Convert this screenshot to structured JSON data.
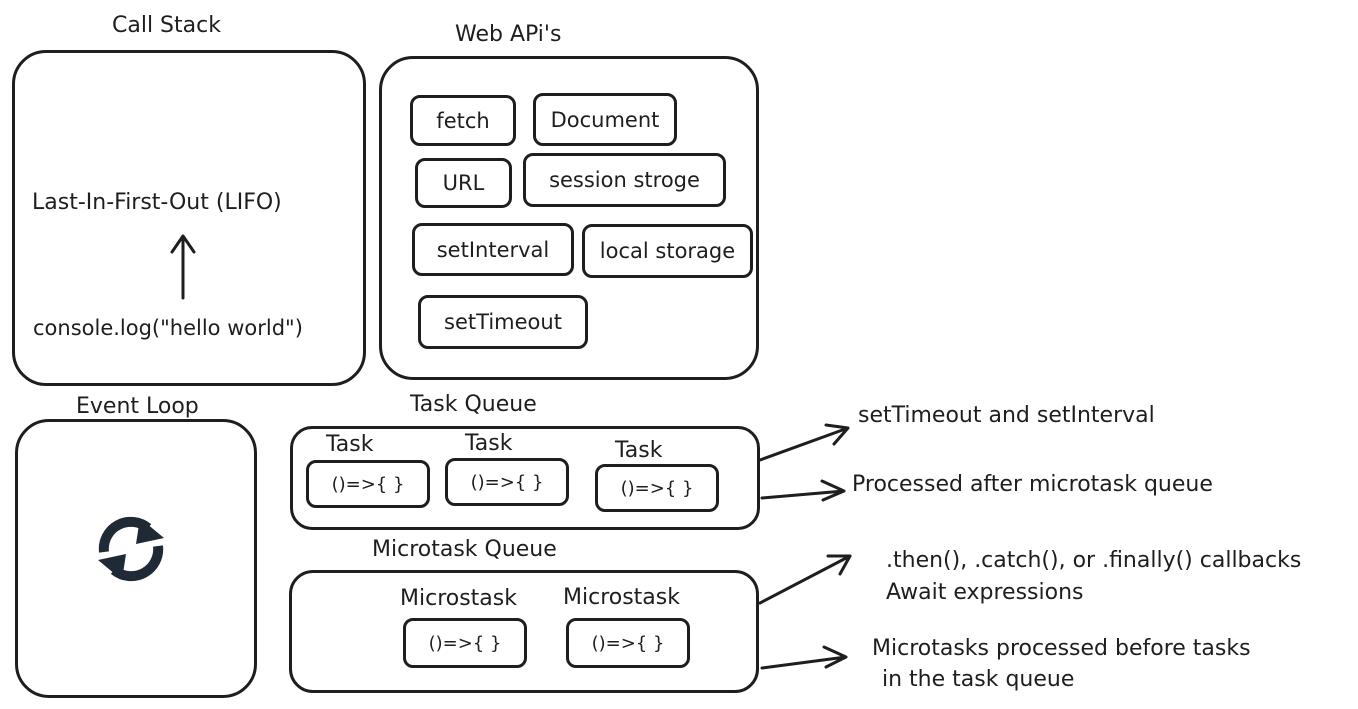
{
  "call_stack": {
    "title": "Call Stack",
    "lifo_label": "Last-In-First-Out (LIFO)",
    "entry": "console.log(\"hello world\")"
  },
  "web_apis": {
    "title": "Web APi's",
    "items": [
      "fetch",
      "Document",
      "URL",
      "session stroge",
      "setInterval",
      "local storage",
      "setTimeout"
    ]
  },
  "event_loop": {
    "title": "Event Loop",
    "icon": "refresh-icon",
    "icon_color": "#1f2a36"
  },
  "task_queue": {
    "title": "Task Queue",
    "items": [
      {
        "label": "Task",
        "fn": "()=>{ }"
      },
      {
        "label": "Task",
        "fn": "()=>{ }"
      },
      {
        "label": "Task",
        "fn": "()=>{ }"
      }
    ],
    "notes": [
      "setTimeout and setInterval",
      "Processed after microtask queue"
    ]
  },
  "microtask_queue": {
    "title": "Microtask Queue",
    "items": [
      {
        "label": "Microstask",
        "fn": "()=>{ }"
      },
      {
        "label": "Microstask",
        "fn": "()=>{ }"
      }
    ],
    "notes": [
      {
        "line1": ".then(), .catch(), or .finally() callbacks",
        "line2": "Await expressions"
      },
      {
        "line1": "Microtasks processed before tasks",
        "line2": "in the task queue"
      }
    ]
  }
}
